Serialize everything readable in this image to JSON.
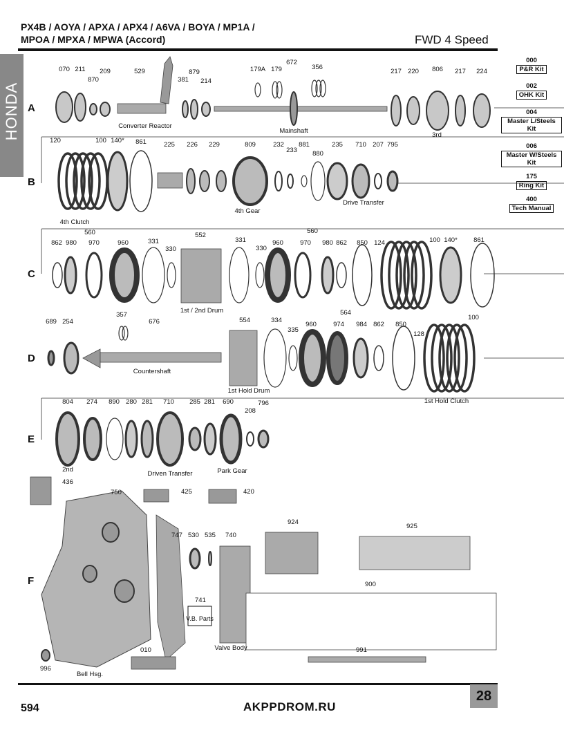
{
  "header": {
    "title_line1": "PX4B / AOYA / APXA / APX4 / A6VA / BOYA / MP1A /",
    "title_line2": "MPOA / MPXA / MPWA (Accord)",
    "subtitle": "FWD 4 Speed"
  },
  "side_tab": "HONDA",
  "kits": [
    {
      "num": "000",
      "name": "P&R Kit"
    },
    {
      "num": "002",
      "name": "OHK Kit"
    },
    {
      "num": "004",
      "name": "Master L/Steels Kit"
    },
    {
      "num": "006",
      "name": "Master W/Steels Kit"
    },
    {
      "num": "175",
      "name": "Ring Kit"
    },
    {
      "num": "400",
      "name": "Tech Manual"
    }
  ],
  "rows": [
    "A",
    "B",
    "C",
    "D",
    "E",
    "F"
  ],
  "labels": {
    "A": [
      "070",
      "211",
      "870",
      "209",
      "529",
      "381",
      "879",
      "214",
      "179A",
      "179",
      "672",
      "356",
      "217",
      "220",
      "806",
      "217",
      "224"
    ],
    "A_names": [
      "Converter Reactor",
      "Mainshaft",
      "3rd"
    ],
    "B": [
      "120",
      "100",
      "140*",
      "861",
      "225",
      "226",
      "229",
      "809",
      "232",
      "233",
      "881",
      "880",
      "235",
      "710",
      "207",
      "795"
    ],
    "B_names": [
      "4th Clutch",
      "4th Gear",
      "Drive Transfer"
    ],
    "C": [
      "560",
      "862",
      "980",
      "970",
      "960",
      "331",
      "330",
      "552",
      "331",
      "330",
      "560",
      "960",
      "970",
      "980",
      "862",
      "850",
      "124",
      "100",
      "140*",
      "861"
    ],
    "C_names": [
      "1st / 2nd Drum"
    ],
    "D": [
      "689",
      "254",
      "357",
      "676",
      "554",
      "334",
      "335",
      "564",
      "960",
      "974",
      "984",
      "862",
      "850",
      "128",
      "100"
    ],
    "D_names": [
      "Countershaft",
      "1st Hold Drum",
      "1st Hold Clutch"
    ],
    "E": [
      "804",
      "274",
      "890",
      "280",
      "281",
      "710",
      "285",
      "281",
      "690",
      "208",
      "796"
    ],
    "E_names": [
      "2nd",
      "Driven Transfer",
      "Park Gear"
    ],
    "F": [
      "436",
      "750",
      "425",
      "420",
      "747",
      "530",
      "535",
      "740",
      "924",
      "925",
      "741",
      "900",
      "010",
      "991",
      "996"
    ],
    "F_names": [
      "V.B. Parts",
      "Valve Body",
      "Bell Hsg."
    ]
  },
  "footer": {
    "page": "594",
    "site": "AKPPDROM.RU",
    "section": "28"
  }
}
